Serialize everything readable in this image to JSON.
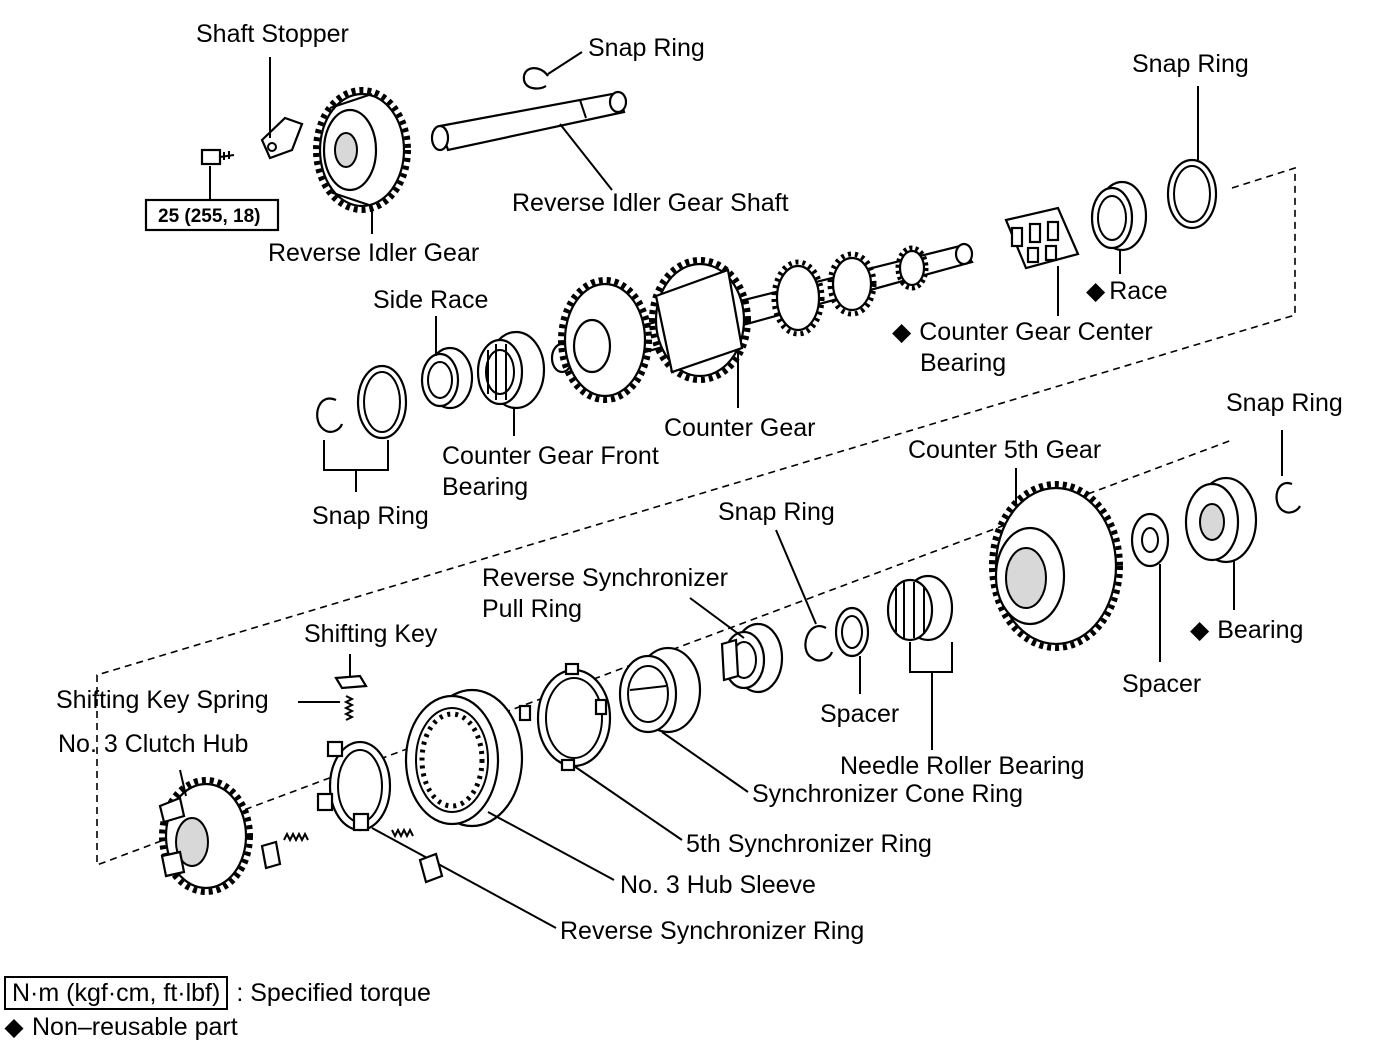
{
  "labels": {
    "shaft_stopper": "Shaft Stopper",
    "snap_ring_top": "Snap Ring",
    "torque_value": "25 (255, 18)",
    "reverse_idler_gear_shaft": "Reverse Idler Gear Shaft",
    "reverse_idler_gear": "Reverse Idler Gear",
    "snap_ring_upper_right": "Snap Ring",
    "race": "Race",
    "counter_gear_center_bearing_line1": "Counter Gear Center",
    "counter_gear_center_bearing_line2": "Bearing",
    "side_race": "Side Race",
    "counter_gear": "Counter Gear",
    "counter_gear_front_bearing_line1": "Counter Gear Front",
    "counter_gear_front_bearing_line2": "Bearing",
    "snap_ring_left": "Snap Ring",
    "counter_5th_gear": "Counter 5th Gear",
    "snap_ring_far_right": "Snap Ring",
    "snap_ring_middle": "Snap Ring",
    "reverse_sync_pull_ring_line1": "Reverse Synchronizer",
    "reverse_sync_pull_ring_line2": "Pull Ring",
    "shifting_key": "Shifting Key",
    "shifting_key_spring": "Shifting Key Spring",
    "no3_clutch_hub": "No. 3 Clutch Hub",
    "spacer_middle": "Spacer",
    "spacer_right": "Spacer",
    "bearing": "Bearing",
    "needle_roller_bearing": "Needle Roller Bearing",
    "synchronizer_cone_ring": "Synchronizer Cone Ring",
    "fifth_synchronizer_ring": "5th Synchronizer Ring",
    "no3_hub_sleeve": "No. 3 Hub Sleeve",
    "reverse_synchronizer_ring": "Reverse Synchronizer Ring"
  },
  "legend": {
    "unit": "N·m (kgf·cm, ft·lbf)",
    "unit_meaning": ": Specified torque",
    "diamond_symbol": "◆",
    "diamond_meaning": "Non–reusable part"
  }
}
